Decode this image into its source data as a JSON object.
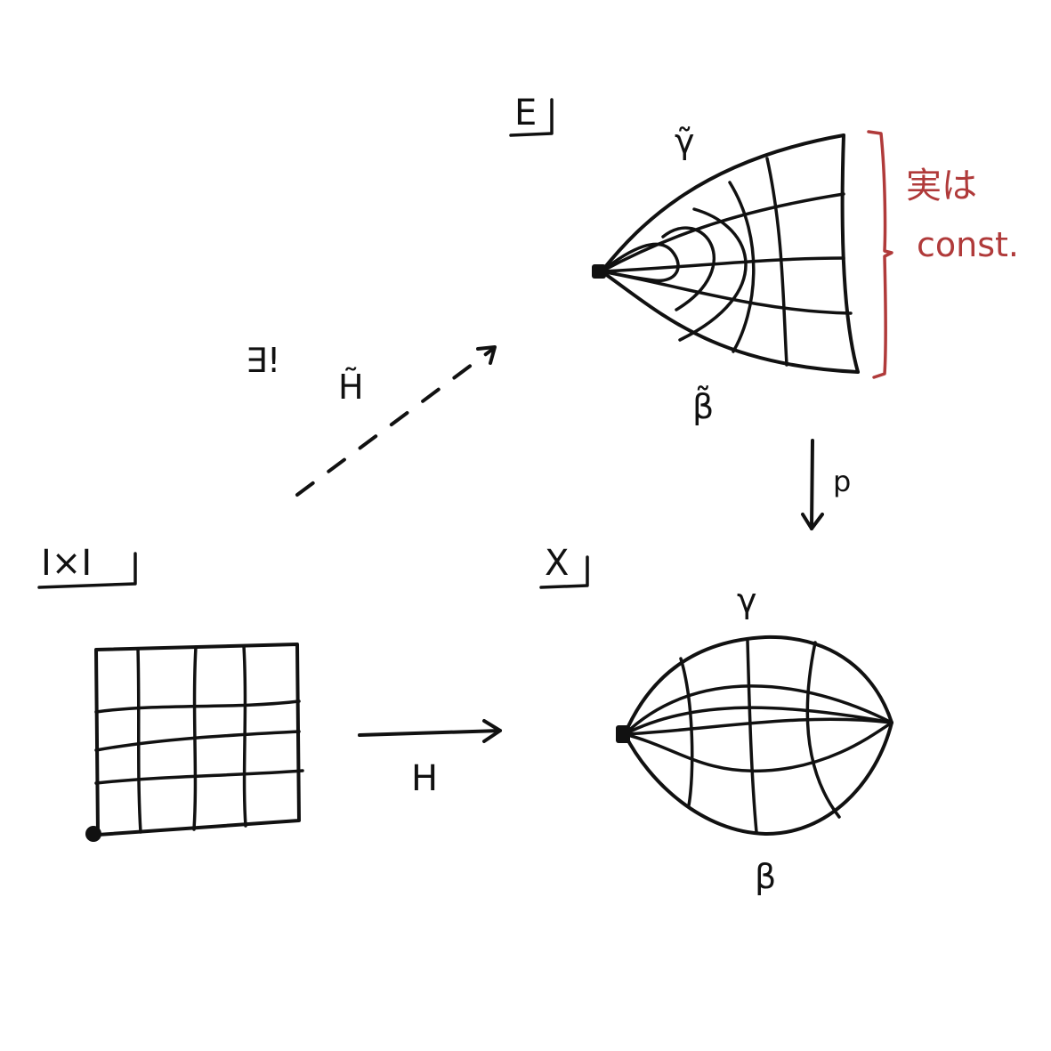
{
  "labels": {
    "total_space": "E",
    "base_space": "X",
    "square": "I×I",
    "gamma_lift": "γ̃",
    "beta_lift": "β̃",
    "gamma": "γ",
    "beta": "β",
    "projection": "p",
    "homotopy": "H",
    "lifted_homotopy": "H̃",
    "unique_exists": "∃!",
    "note_line1": "実は",
    "note_line2": "const."
  },
  "colors": {
    "ink": "#111111",
    "annotation": "#b03a3a",
    "background": "#ffffff"
  }
}
